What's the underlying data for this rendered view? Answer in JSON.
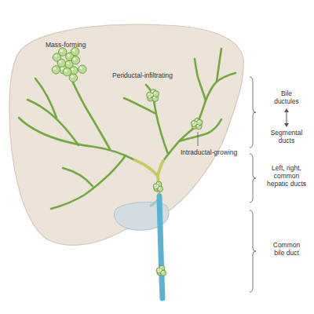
{
  "diagram": {
    "labels": [
      "Mass-forming",
      "Periductal-infiltrating",
      "Intraductal-growing",
      "Bile ductules",
      "Segmental ducts",
      "Left, right, common hepatic ducts",
      "Common bile duct"
    ]
  }
}
